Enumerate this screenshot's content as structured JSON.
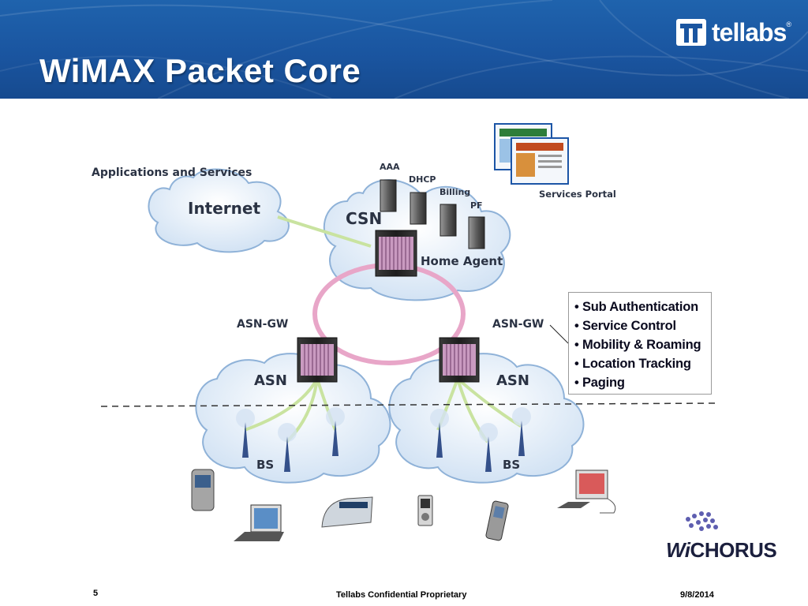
{
  "slide": {
    "title": "WiMAX Packet Core",
    "logo_text": "tellabs",
    "logo_mark": "®",
    "page_number": "5",
    "footer_center": "Tellabs Confidential Proprietary",
    "date": "9/8/2014"
  },
  "diagram": {
    "applications_label": "Applications and Services",
    "internet_label": "Internet",
    "csn_label": "CSN",
    "home_agent_label": "Home Agent",
    "servers": [
      "AAA",
      "DHCP",
      "Billing",
      "PF"
    ],
    "services_portal_label": "Services Portal",
    "asn_gw_left": "ASN-GW",
    "asn_gw_right": "ASN-GW",
    "asn_left": "ASN",
    "asn_right": "ASN",
    "bs_left": "BS",
    "bs_right": "BS"
  },
  "notes": {
    "items": [
      "• Sub Authentication",
      "• Service Control",
      "• Mobility & Roaming",
      "• Location Tracking",
      "• Paging"
    ]
  },
  "brand": {
    "wi": "Wi",
    "chorus": "CHORUS"
  },
  "colors": {
    "header_blue": "#1a55a0",
    "cloud_fill": "#e4eef8",
    "cloud_stroke": "#7aa3cf",
    "ring": "#e8a6c8",
    "link_green": "#c9e3a0"
  }
}
